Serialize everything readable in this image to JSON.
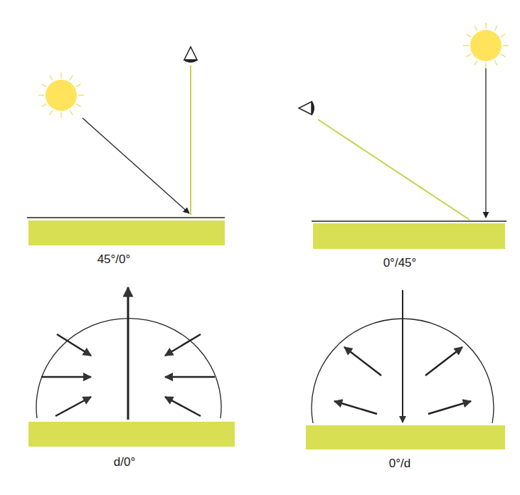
{
  "diagram": {
    "labels": [
      "45°/0°",
      "0°/45°",
      "d/0°",
      "0°/d"
    ]
  }
}
